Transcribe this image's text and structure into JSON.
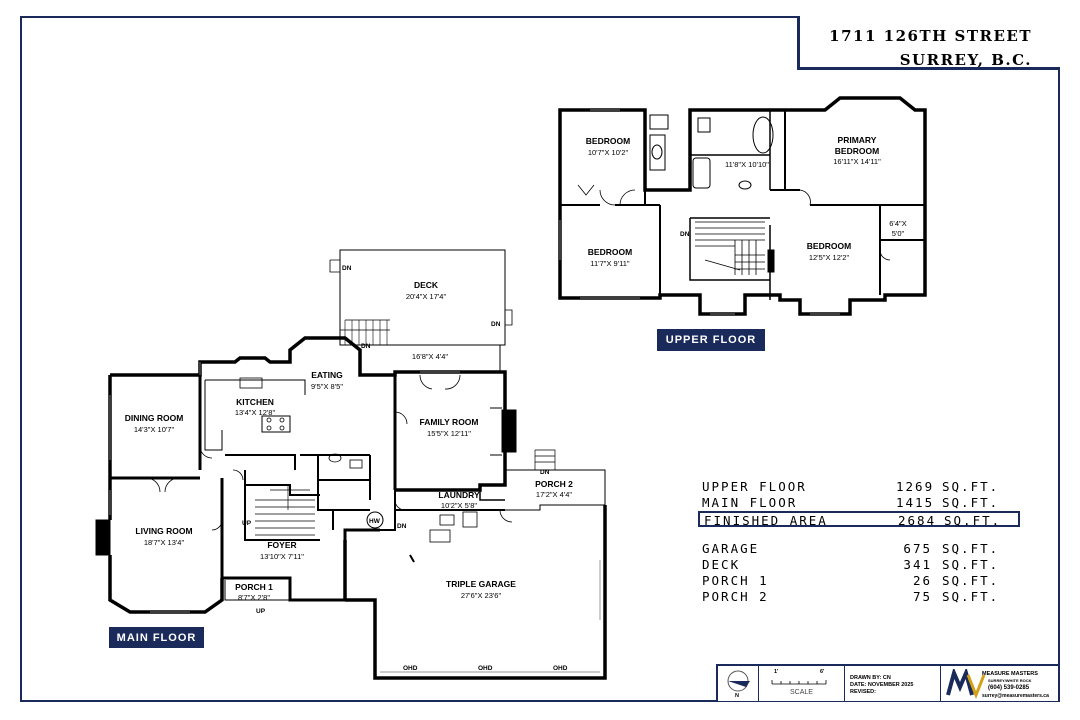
{
  "header": {
    "address_line1": "1711 126TH STREET",
    "address_line2": "SURREY, B.C."
  },
  "floors": {
    "upper_label": "UPPER FLOOR",
    "main_label": "MAIN FLOOR"
  },
  "upper_rooms": {
    "bedroom1": {
      "name": "BEDROOM",
      "dims": "10'7\"X 10'2\""
    },
    "ensuite": {
      "dims": "11'8\"X 10'10\""
    },
    "primary": {
      "name1": "PRIMARY",
      "name2": "BEDROOM",
      "dims": "16'11\"X 14'11\""
    },
    "walkin": {
      "dims1": "6'4\"X",
      "dims2": "5'0\""
    },
    "bedroom2": {
      "name": "BEDROOM",
      "dims": "11'7\"X 9'11\""
    },
    "bedroom3": {
      "name": "BEDROOM",
      "dims": "12'5\"X 12'2\""
    },
    "stair_dn": "DN"
  },
  "main_rooms": {
    "deck": {
      "name": "DECK",
      "dims": "20'4\"X 17'4\""
    },
    "deck_ext": {
      "dims": "16'8\"X 4'4\""
    },
    "eating": {
      "name": "EATING",
      "dims": "9'5\"X 8'5\""
    },
    "kitchen": {
      "name": "KITCHEN",
      "dims": "13'4\"X 12'8\""
    },
    "dining": {
      "name": "DINING ROOM",
      "dims": "14'3\"X 10'7\""
    },
    "family": {
      "name": "FAMILY ROOM",
      "dims": "15'5\"X 12'11\""
    },
    "laundry": {
      "name": "LAUNDRY",
      "dims": "10'2\"X 5'8\""
    },
    "porch2": {
      "name": "PORCH 2",
      "dims": "17'2\"X 4'4\""
    },
    "living": {
      "name": "LIVING ROOM",
      "dims": "18'7\"X 13'4\""
    },
    "foyer": {
      "name": "FOYER",
      "dims": "13'10\"X 7'11\""
    },
    "porch1": {
      "name": "PORCH 1",
      "dims": "8'7\"X 2'8\""
    },
    "garage": {
      "name": "TRIPLE GARAGE",
      "dims": "27'6\"X 23'6\""
    },
    "hw": "HW",
    "dn": "DN",
    "up": "UP",
    "ohd": "OHD"
  },
  "areas": [
    {
      "name": "UPPER FLOOR",
      "value": "1269",
      "unit": "SQ.FT."
    },
    {
      "name": "MAIN FLOOR",
      "value": "1415",
      "unit": "SQ.FT."
    },
    {
      "name": "FINISHED AREA",
      "value": "2684",
      "unit": "SQ.FT."
    },
    {
      "name": "GARAGE",
      "value": "675",
      "unit": "SQ.FT."
    },
    {
      "name": "DECK",
      "value": "341",
      "unit": "SQ.FT."
    },
    {
      "name": "PORCH 1",
      "value": "26",
      "unit": "SQ.FT."
    },
    {
      "name": "PORCH 2",
      "value": "75",
      "unit": "SQ.FT."
    }
  ],
  "titleblock": {
    "north": "N",
    "scale_label": "SCALE",
    "scale_left": "1'",
    "scale_right": "6'",
    "drawn_by": "DRAWN BY: CN",
    "date": "DATE: NOVEMBER 2025",
    "revised": "REVISED:",
    "company": "MEASURE MASTERS",
    "company_sub": "SURREY/WHITE ROCK",
    "phone": "(604) 539-0285",
    "email": "surrey@measuremasters.ca"
  },
  "colors": {
    "navy": "#1a2a5a"
  }
}
